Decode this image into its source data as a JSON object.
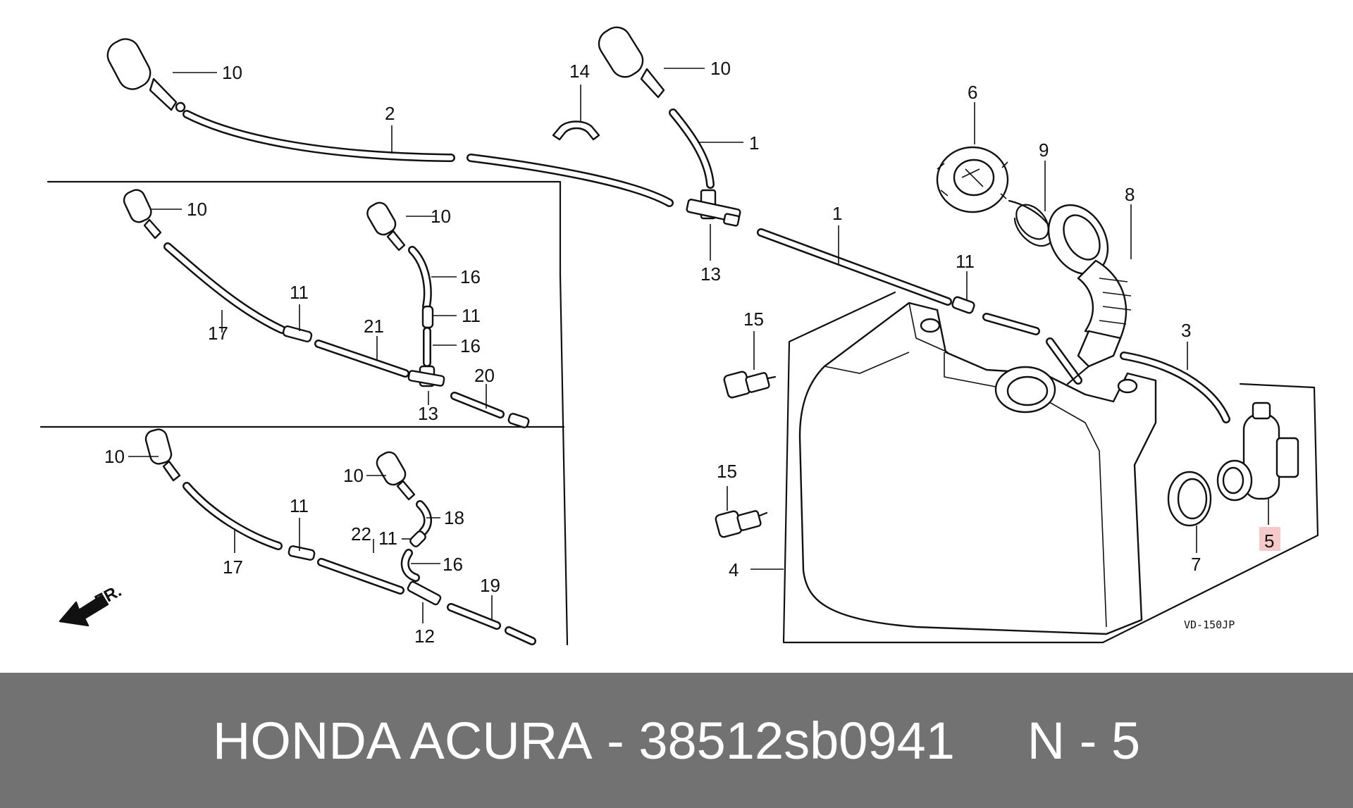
{
  "footer": {
    "brand": "HONDA ACURA",
    "separator": "-",
    "part_number": "38512sb0941",
    "position_label": "N",
    "position_separator": "-",
    "position_value": "5"
  },
  "diagram": {
    "code": "VD-150JP",
    "direction_label": "FR.",
    "highlight_callout": "5",
    "highlight_color": "#f6c9c9",
    "callouts": {
      "c01": "10",
      "c02": "2",
      "c03": "14",
      "c04": "10",
      "c05": "1",
      "c06": "13",
      "c07": "6",
      "c08": "9",
      "c09": "8",
      "c10": "1",
      "c11": "11",
      "c12": "3",
      "c13": "15",
      "c14": "15",
      "c15": "4",
      "c16": "7",
      "c17": "5",
      "c18": "10",
      "c19": "17",
      "c20": "11",
      "c21": "21",
      "c22": "10",
      "c23": "16",
      "c24": "11",
      "c25": "16",
      "c26": "13",
      "c27": "20",
      "c28": "10",
      "c29": "17",
      "c30": "11",
      "c31": "22",
      "c32": "10",
      "c33": "18",
      "c34": "11",
      "c35": "16",
      "c36": "12",
      "c37": "19"
    }
  }
}
